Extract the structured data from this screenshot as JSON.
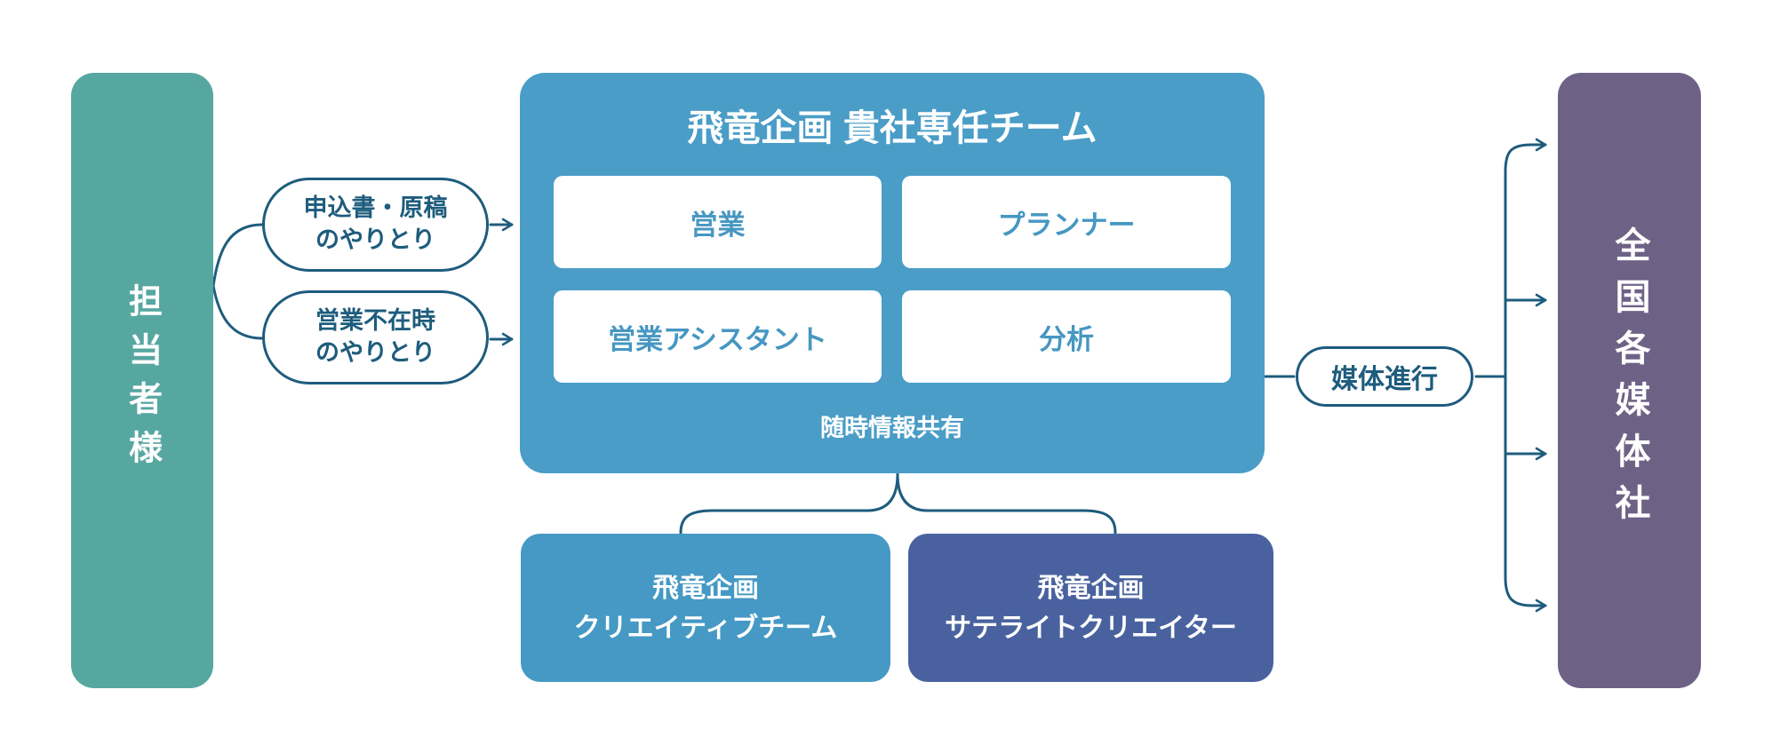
{
  "client": {
    "label": "担当者様"
  },
  "interactions": [
    {
      "label": "申込書・原稿\nのやりとり"
    },
    {
      "label": "営業不在時\nのやりとり"
    }
  ],
  "team": {
    "title": "飛竜企画 貴社専任チーム",
    "members": [
      {
        "label": "営業"
      },
      {
        "label": "プランナー"
      },
      {
        "label": "営業アシスタント"
      },
      {
        "label": "分析"
      }
    ],
    "share_note": "随時情報共有"
  },
  "partners": [
    {
      "label": "飛竜企画\nクリエイティブチーム"
    },
    {
      "label": "飛竜企画\nサテライトクリエイター"
    }
  ],
  "media_flow": {
    "label": "媒体進行"
  },
  "media": {
    "label": "全国各媒体社"
  },
  "colors": {
    "client_box": "#57A7A1",
    "team_box": "#4A9DC7",
    "member_card_text": "#4697C2",
    "partner_creative": "#4599C4",
    "partner_satellite": "#49629F",
    "media_box": "#6D6286",
    "line": "#1E5C7D"
  }
}
